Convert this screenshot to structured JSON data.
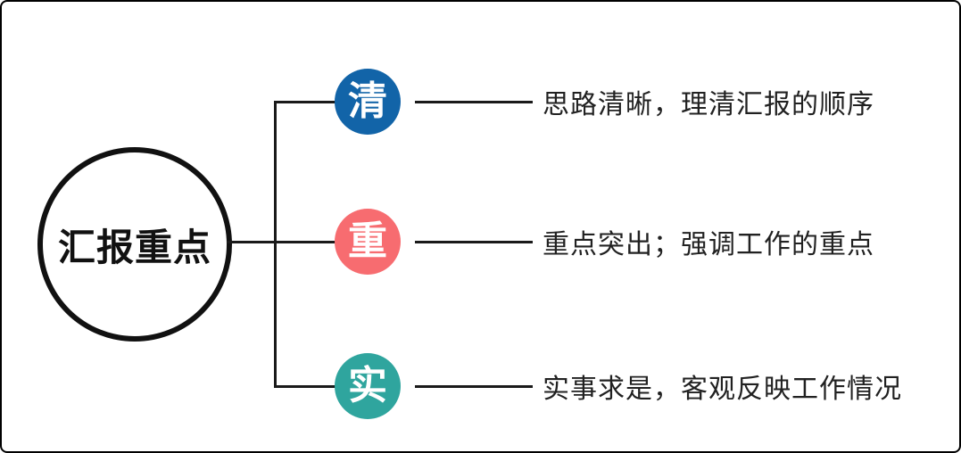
{
  "canvas": {
    "background": "#ffffff",
    "border_color": "#000000",
    "line_color": "#1a1a1a"
  },
  "mindmap": {
    "root": {
      "label": "汇报重点",
      "text_color": "#111111",
      "border_color": "#111111"
    },
    "branches": [
      {
        "badge": "清",
        "badge_color": "#1264a8",
        "badge_text_color": "#ffffff",
        "description": "思路清晰，理清汇报的顺序"
      },
      {
        "badge": "重",
        "badge_color": "#f76c70",
        "badge_text_color": "#ffffff",
        "description": "重点突出；强调工作的重点"
      },
      {
        "badge": "实",
        "badge_color": "#2fa59e",
        "badge_text_color": "#ffffff",
        "description": "实事求是，客观反映工作情况"
      }
    ]
  }
}
